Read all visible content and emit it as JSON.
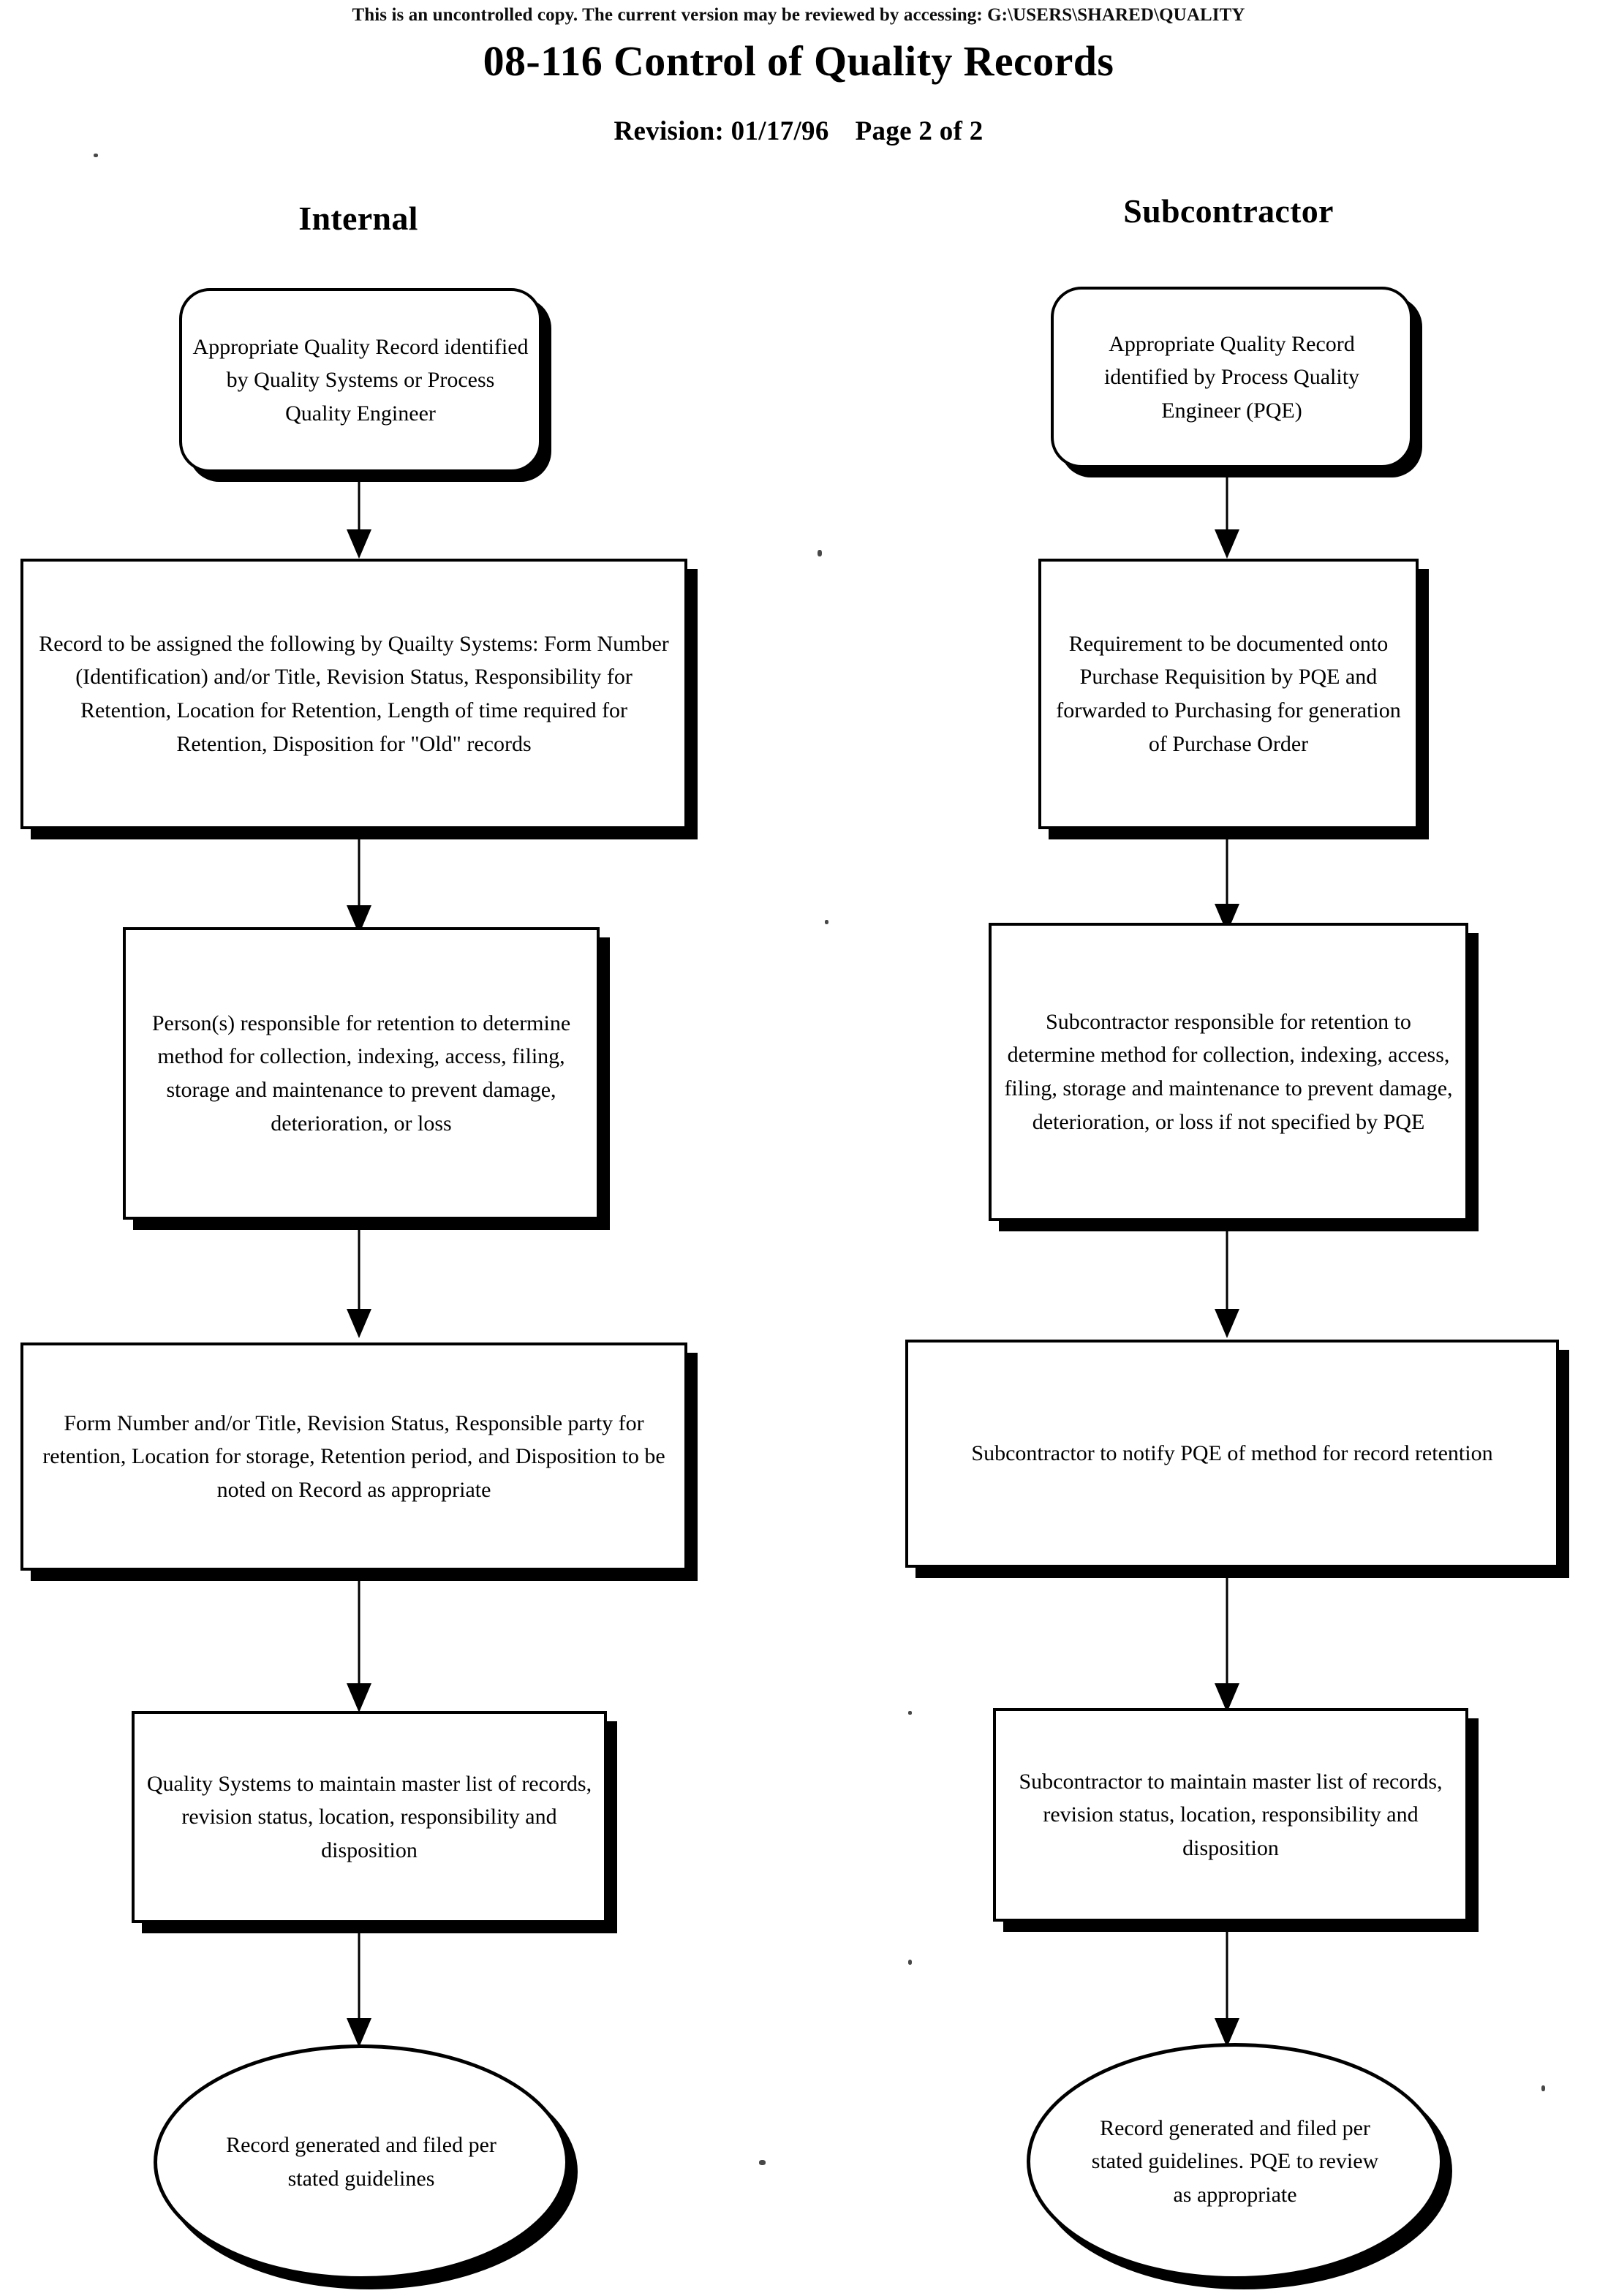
{
  "header": {
    "uncontrolled_notice": "This is an uncontrolled copy.  The current version may be reviewed by accessing:  G:\\USERS\\SHARED\\QUALITY",
    "title": "08-116 Control of Quality Records",
    "revision_label": "Revision:  01/17/96",
    "page_label": "Page 2 of 2"
  },
  "columns": {
    "left_heading": "Internal",
    "right_heading": "Subcontractor"
  },
  "flow": {
    "left": [
      {
        "id": "internal-start",
        "shape": "rounded-rectangle",
        "text": "Appropriate Quality Record identified by Quality Systems or Process Quality Engineer"
      },
      {
        "id": "internal-record-assigned",
        "shape": "rectangle",
        "text": "Record to be assigned the following by Quailty Systems:  Form Number (Identification) and/or Title, Revision Status, Responsibility for Retention, Location for Retention, Length of time required for Retention, Disposition for \"Old\" records"
      },
      {
        "id": "internal-person-responsible",
        "shape": "rectangle",
        "text": "Person(s) responsible for retention to determine method for collection, indexing, access, filing, storage and maintenance to prevent damage, deterioration, or loss"
      },
      {
        "id": "internal-noted-on-record",
        "shape": "rectangle",
        "text": "Form Number and/or Title, Revision Status, Responsible party for retention, Location for storage, Retention period, and Disposition to be noted on Record as appropriate"
      },
      {
        "id": "internal-master-list",
        "shape": "rectangle",
        "text": "Quality Systems to maintain master list of records, revision status, location, responsibility and disposition"
      },
      {
        "id": "internal-end",
        "shape": "ellipse",
        "text": "Record generated and filed per stated guidelines"
      }
    ],
    "right": [
      {
        "id": "sub-start",
        "shape": "rounded-rectangle",
        "text": "Appropriate Quality Record identified by Process Quality Engineer (PQE)"
      },
      {
        "id": "sub-purchase-requisition",
        "shape": "rectangle",
        "text": "Requirement to be documented onto Purchase Requisition by PQE and forwarded to Purchasing for generation of Purchase Order"
      },
      {
        "id": "sub-responsible",
        "shape": "rectangle",
        "text": "Subcontractor responsible for retention to determine method for collection, indexing, access, filing, storage and maintenance to prevent damage, deterioration, or loss if not specified by PQE"
      },
      {
        "id": "sub-notify-pqe",
        "shape": "rectangle",
        "text": "Subcontractor to notify PQE of method for record retention"
      },
      {
        "id": "sub-master-list",
        "shape": "rectangle",
        "text": "Subcontractor to maintain master list of records, revision status, location, responsibility and disposition"
      },
      {
        "id": "sub-end",
        "shape": "ellipse",
        "text": "Record generated and filed per stated guidelines.  PQE to review as appropriate"
      }
    ]
  },
  "colors": {
    "ink": "#000000",
    "paper": "#ffffff"
  }
}
